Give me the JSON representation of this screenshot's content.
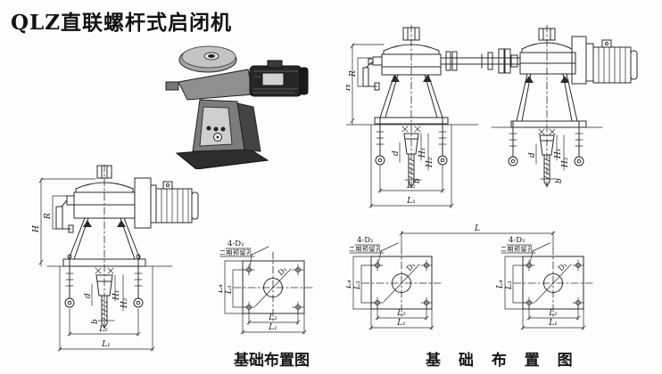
{
  "title": "QLZ直联螺杆式启闭机",
  "colors": {
    "ink": "#2a2a2a",
    "paper": "#fdfdfb"
  },
  "dims": {
    "H": "H",
    "R": "R",
    "d": "d",
    "H1": "H₁",
    "H2": "H₂",
    "b": "b",
    "L": "L",
    "L1": "L₁",
    "L2": "L₂",
    "L3": "L₃",
    "L4": "L₄",
    "D1": "D₁",
    "holes": "4-D₂",
    "holes_note": "二期预留孔"
  },
  "captions": {
    "foundation_single": "基础布置图",
    "foundation_double": "基 础 布 置 图"
  }
}
